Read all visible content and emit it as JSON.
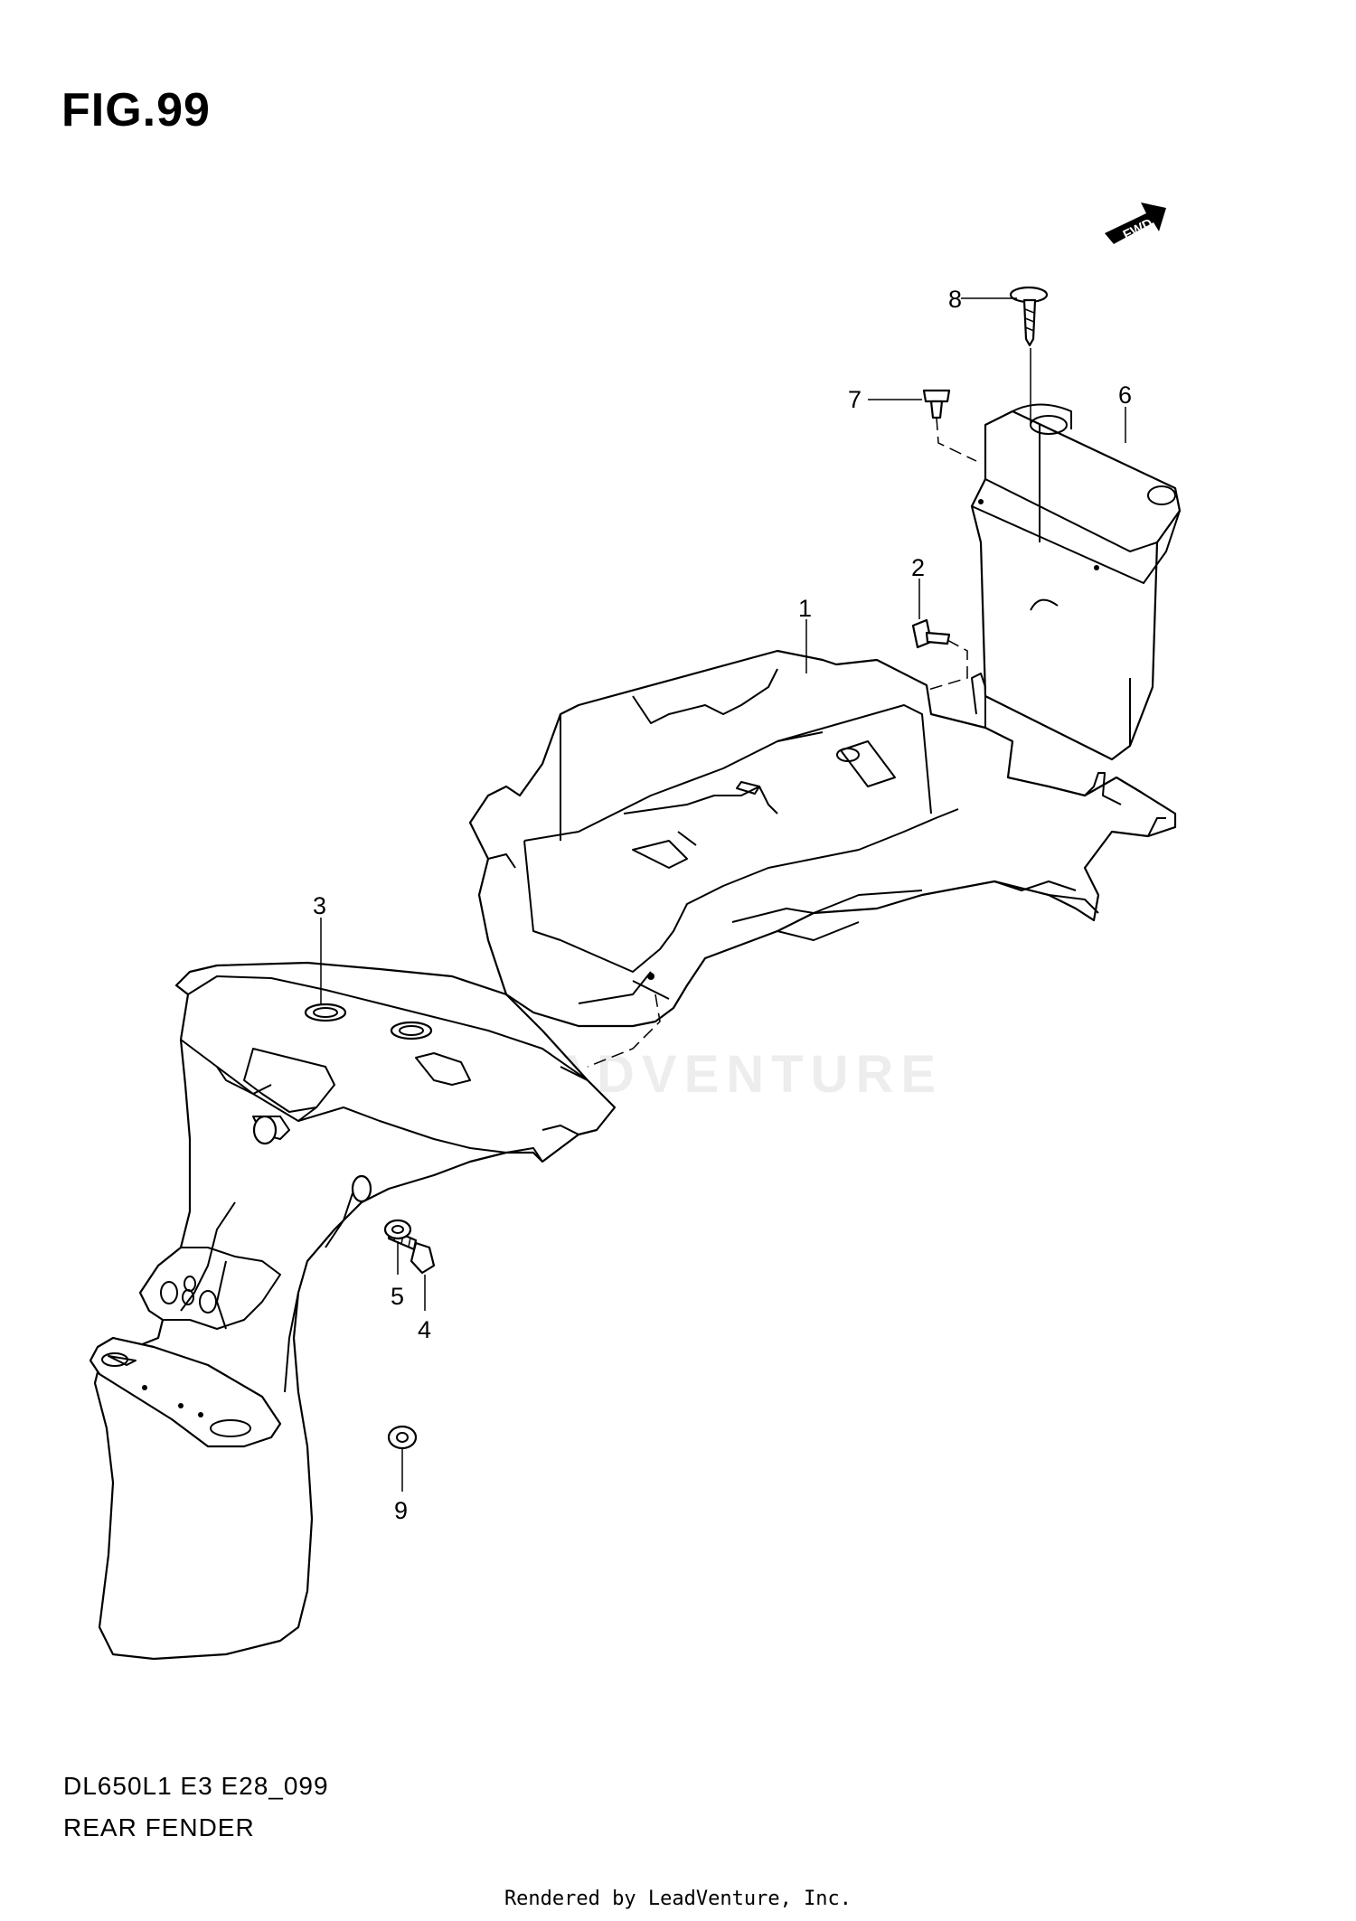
{
  "figure": {
    "title": "FIG.99",
    "forward_marker": "FWD"
  },
  "callouts": [
    "1",
    "2",
    "3",
    "4",
    "5",
    "6",
    "7",
    "8",
    "9"
  ],
  "footer": {
    "model_code": "DL650L1 E3 E28_099",
    "section_name": "REAR FENDER",
    "rendered_by": "Rendered by LeadVenture, Inc."
  },
  "watermark": "LEADVENTURE"
}
